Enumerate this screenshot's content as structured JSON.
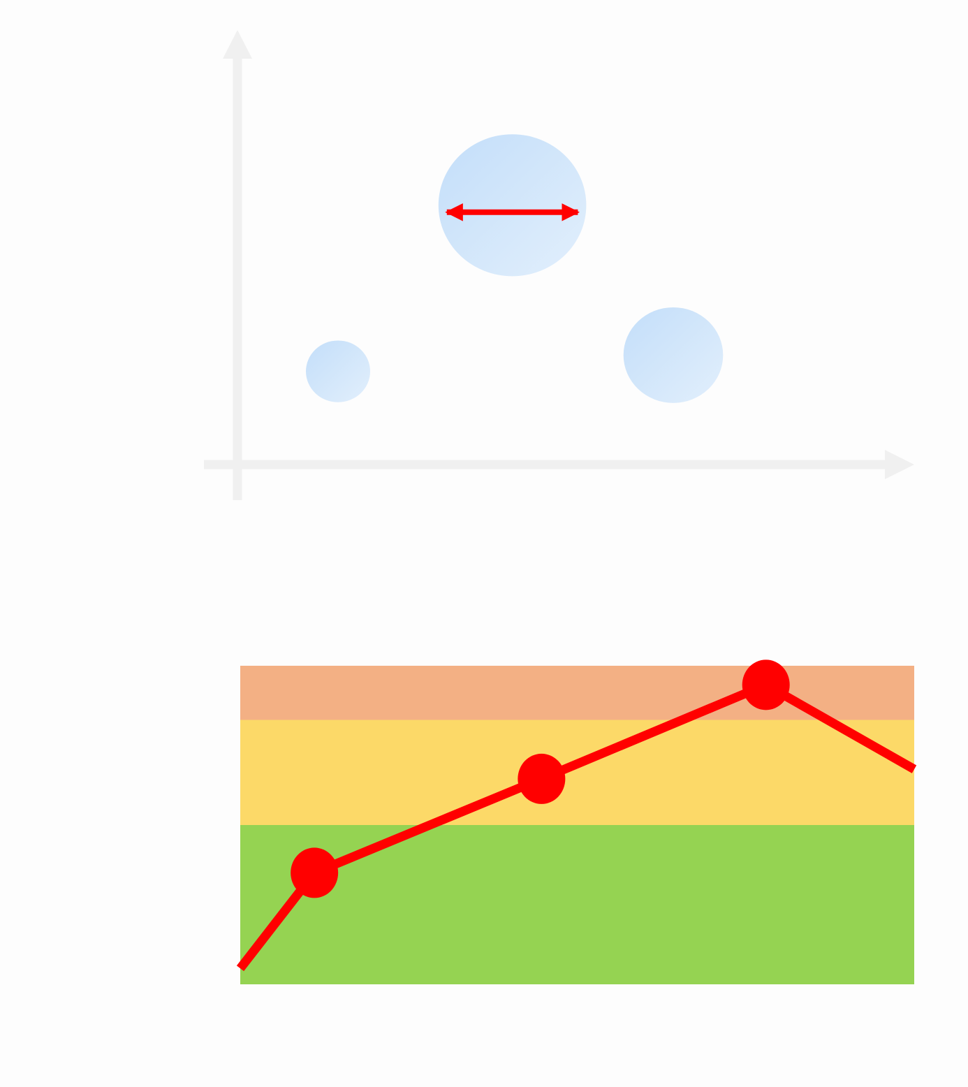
{
  "colors": {
    "background": "#fdfdfd",
    "axis": "#f0f0f0",
    "bubble_light": "#e2effc",
    "bubble_dark": "#c3def9",
    "accent": "#ff0000",
    "band_high": "#f3b084",
    "band_mid": "#fcd968",
    "band_low": "#95d352"
  },
  "icons": [
    "double-headed-arrow-icon"
  ],
  "chart_data": [
    {
      "type": "scatter",
      "variant": "bubble",
      "axes_labels_shown": false,
      "grid": false,
      "xlim": [
        0,
        100
      ],
      "ylim": [
        0,
        100
      ],
      "series": [
        {
          "points": [
            {
              "x": 15,
              "y": 23,
              "size": 1.0
            },
            {
              "x": 41,
              "y": 64,
              "size": 2.3
            },
            {
              "x": 65,
              "y": 27,
              "size": 1.55
            }
          ]
        }
      ],
      "annotations": [
        {
          "kind": "double-arrow",
          "target_point": 1,
          "meaning": "bubble size"
        }
      ]
    },
    {
      "type": "line",
      "axes_labels_shown": false,
      "grid": false,
      "xlim": [
        0,
        100
      ],
      "ylim": [
        0,
        100
      ],
      "bands": [
        {
          "from": 0,
          "to": 50,
          "color": "#95d352"
        },
        {
          "from": 50,
          "to": 83,
          "color": "#fcd968"
        },
        {
          "from": 83,
          "to": 100,
          "color": "#f3b084"
        }
      ],
      "series": [
        {
          "x": [
            0,
            11,
            44.7,
            78,
            100
          ],
          "y": [
            5,
            35,
            64.5,
            94,
            67.5
          ],
          "markers": [
            false,
            true,
            true,
            true,
            false
          ]
        }
      ]
    }
  ]
}
